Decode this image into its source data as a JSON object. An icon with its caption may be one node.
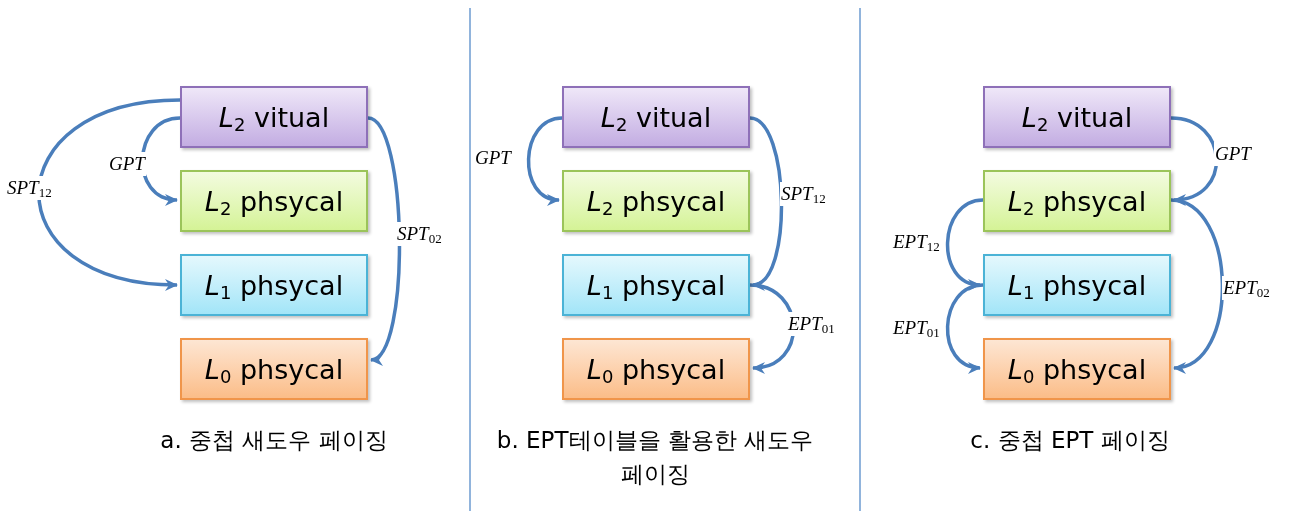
{
  "diagram": {
    "nodes": [
      {
        "text": [
          "*L*$_{2}$ vitual"
        ]
      },
      {
        "text": [
          "*L*$_{2}$ phsycal"
        ]
      },
      {
        "text": [
          "*L*$_{1}$ phsycal"
        ]
      },
      {
        "text": [
          "*L*$_{0}$ phsycal"
        ]
      },
      {
        "text": [
          "*L*$_{2}$ vitual"
        ]
      },
      {
        "text": [
          "*L*$_{2}$ phsycal"
        ]
      },
      {
        "text": [
          "*L*$_{1}$ phsycal"
        ]
      },
      {
        "text": [
          "*L*$_{0}$ phsycal"
        ]
      },
      {
        "text": [
          "*L*$_{2}$ vitual"
        ]
      },
      {
        "text": [
          "*L*$_{2}$ phsycal"
        ]
      },
      {
        "text": [
          "*L*$_{1}$ phsycal"
        ]
      },
      {
        "text": [
          "*L*$_{0}$ phsycal"
        ]
      }
    ],
    "edges": [
      {
        "from": 0,
        "to": 1,
        "arrow": "to",
        "label": "GPT"
      },
      {
        "from": 0,
        "to": 2,
        "arrow": "to",
        "label": "SPT$_{12}$"
      },
      {
        "from": 0,
        "to": 3,
        "arrow": "to",
        "label": "SPT$_{02}$"
      },
      {
        "from": 4,
        "to": 5,
        "arrow": "to",
        "label": "GPT"
      },
      {
        "from": 4,
        "to": 6,
        "arrow": "to",
        "label": "SPT$_{12}$"
      },
      {
        "from": 6,
        "to": 7,
        "arrow": "to",
        "label": "EPT$_{01}$"
      },
      {
        "from": 8,
        "to": 9,
        "arrow": "to",
        "label": "GPT"
      },
      {
        "from": 9,
        "to": 10,
        "arrow": "to",
        "label": "EPT$_{12}$"
      },
      {
        "from": 10,
        "to": 11,
        "arrow": "to",
        "label": "EPT$_{01}$"
      },
      {
        "from": 9,
        "to": 11,
        "arrow": "to",
        "label": "EPT$_{02}$"
      }
    ],
    "labels": [
      "a. 중첩 새도우 페이징",
      "b. EPT테이블을 활용한 새도우 페이징",
      "c. 중첩 EPT 페이징"
    ]
  }
}
